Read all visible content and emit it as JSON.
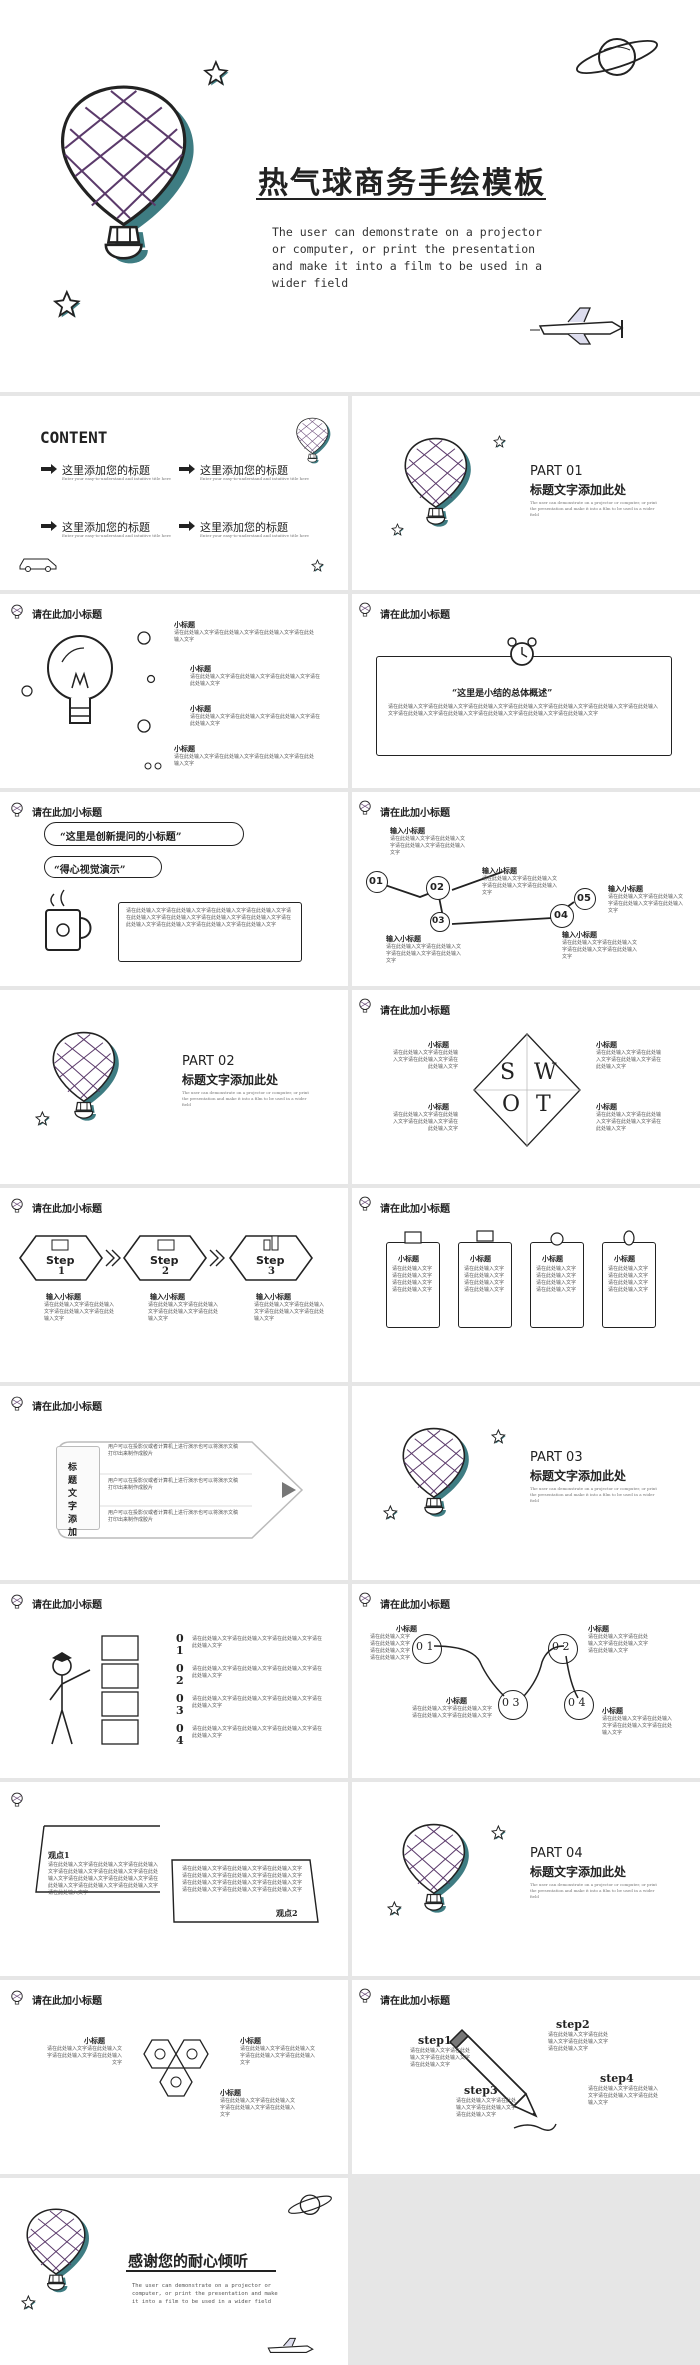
{
  "cover": {
    "title": "热气球商务手绘模板",
    "subtitle": "The user can demonstrate on a projector or computer, or print the presentation and make it into a film to be used in a wider field"
  },
  "contents": {
    "heading": "CONTENT",
    "items": [
      "这里添加您的标题",
      "这里添加您的标题",
      "这里添加您的标题",
      "这里添加您的标题"
    ],
    "item_note": "Enter your easy-to-understand and intuitive title here"
  },
  "parts": [
    {
      "label": "PART 01",
      "title": "标题文字添加此处",
      "desc": "The user can demonstrate on a projector or computer, or print the presentation and make it into a film to be used in a wider field"
    },
    {
      "label": "PART 02",
      "title": "标题文字添加此处",
      "desc": "The user can demonstrate on a projector or computer, or print the presentation and make it into a film to be used in a wider field"
    },
    {
      "label": "PART 03",
      "title": "标题文字添加此处",
      "desc": "The user can demonstrate on a projector or computer, or print the presentation and make it into a film to be used in a wider field"
    },
    {
      "label": "PART 04",
      "title": "标题文字添加此处",
      "desc": "The user can demonstrate on a projector or computer, or print the presentation and make it into a film to be used in a wider field"
    }
  ],
  "common": {
    "slide_header": "请在此加小标题",
    "subtitle": "小标题",
    "input_subtitle": "输入小标题",
    "filler": "请在此处输入文字请在此处输入文字请在此处输入文字请在此处输入文字",
    "filler_long": "请在此处输入文字请在此处输入文字请在此处输入文字请在此处输入文字请在此处输入文字请在此处输入文字请在此处输入文字请在此处输入文字请在此处输入文字请在此处输入文字请在此处输入文字请在此处输入文字",
    "filler_short": "请在此处输入文字请在此处输入文字",
    "user_text": "用户可以在投影仪或者计算机上进行演示也可以将演示文稿打印出来制作成胶片"
  },
  "s3": {
    "summary": "“这里是小结的总体概述”"
  },
  "s4": {
    "quote1": "“这里是创新提问的小标题”",
    "quote2": "“得心视觉演示”"
  },
  "s5": {
    "nums": [
      "01",
      "02",
      "03",
      "04",
      "05"
    ]
  },
  "s7": {
    "letters": [
      "S",
      "W",
      "O",
      "T"
    ]
  },
  "s8": {
    "step_word": "Step",
    "nums": [
      "1",
      "2",
      "3"
    ]
  },
  "s10": {
    "label": "标题文字添加"
  },
  "s12": {
    "digits": [
      "0",
      "1",
      "0",
      "2",
      "0",
      "3",
      "0",
      "4"
    ]
  },
  "s13": {
    "nums": [
      "0 1",
      "0 2",
      "0 3",
      "0 4"
    ]
  },
  "s14": {
    "left_label": "观点1",
    "right_label": "观点2"
  },
  "s17": {
    "steps": [
      "step1",
      "step2",
      "step3",
      "step4"
    ]
  },
  "end": {
    "title": "感谢您的耐心倾听",
    "subtitle": "The user can demonstrate on a projector or computer, or print the presentation and make it into a film to be used in a wider field"
  },
  "colors": {
    "accent": "#3e7c82",
    "balloon": "#5b3a6b",
    "line": "#222222",
    "bg": "#e6e6e6"
  }
}
